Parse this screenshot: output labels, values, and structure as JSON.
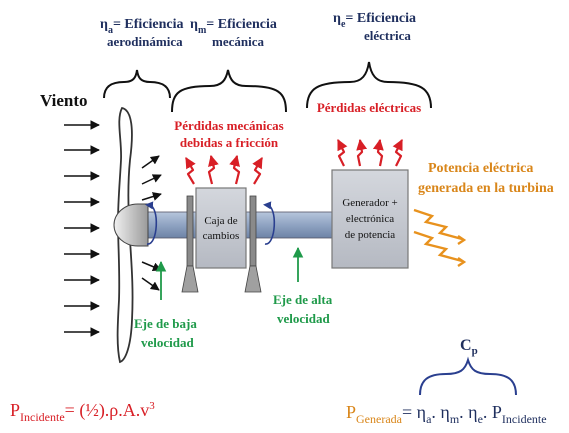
{
  "efficiencies": {
    "aero": {
      "symbol": "η",
      "sub": "a",
      "label": "= Eficiencia",
      "label2": "aerodinámica"
    },
    "mech": {
      "symbol": "η",
      "sub": "m",
      "label": "= Eficiencia",
      "label2": "mecánica"
    },
    "elec": {
      "symbol": "η",
      "sub": "e",
      "label": "= Eficiencia",
      "label2": "eléctrica"
    }
  },
  "wind_label": "Viento",
  "losses": {
    "mech_line1": "Pérdidas mecánicas",
    "mech_line2": "debidas a fricción",
    "elec": "Pérdidas eléctricas"
  },
  "gearbox": {
    "line1": "Caja de",
    "line2": "cambios"
  },
  "generator": {
    "line1": "Generador +",
    "line2": "electrónica",
    "line3": "de potencia"
  },
  "power_output": {
    "line1": "Potencia eléctrica",
    "line2": "generada en la turbina"
  },
  "low_shaft": {
    "line1": "Eje de baja",
    "line2": "velocidad"
  },
  "high_shaft": {
    "line1": "Eje de alta",
    "line2": "velocidad"
  },
  "cp_label": {
    "main": "C",
    "sub": "p"
  },
  "formula_incident": {
    "p": "P",
    "sub": "Incidente",
    "rest": "= (½).ρ.A.v",
    "exp": "3"
  },
  "formula_generated": {
    "p": "P",
    "sub": "Generada",
    "eq": "= η",
    "a": "a",
    "dot1": ". η",
    "m": "m",
    "dot2": ". η",
    "e": "e",
    "dot3": ". P",
    "inc": "Incidente"
  },
  "colors": {
    "navy": "#1f2f5e",
    "red": "#d81f26",
    "green": "#1f9a4a",
    "orange": "#d9861a",
    "box_fill": "#c9ccd3",
    "shaft": "#8fa3c2"
  }
}
